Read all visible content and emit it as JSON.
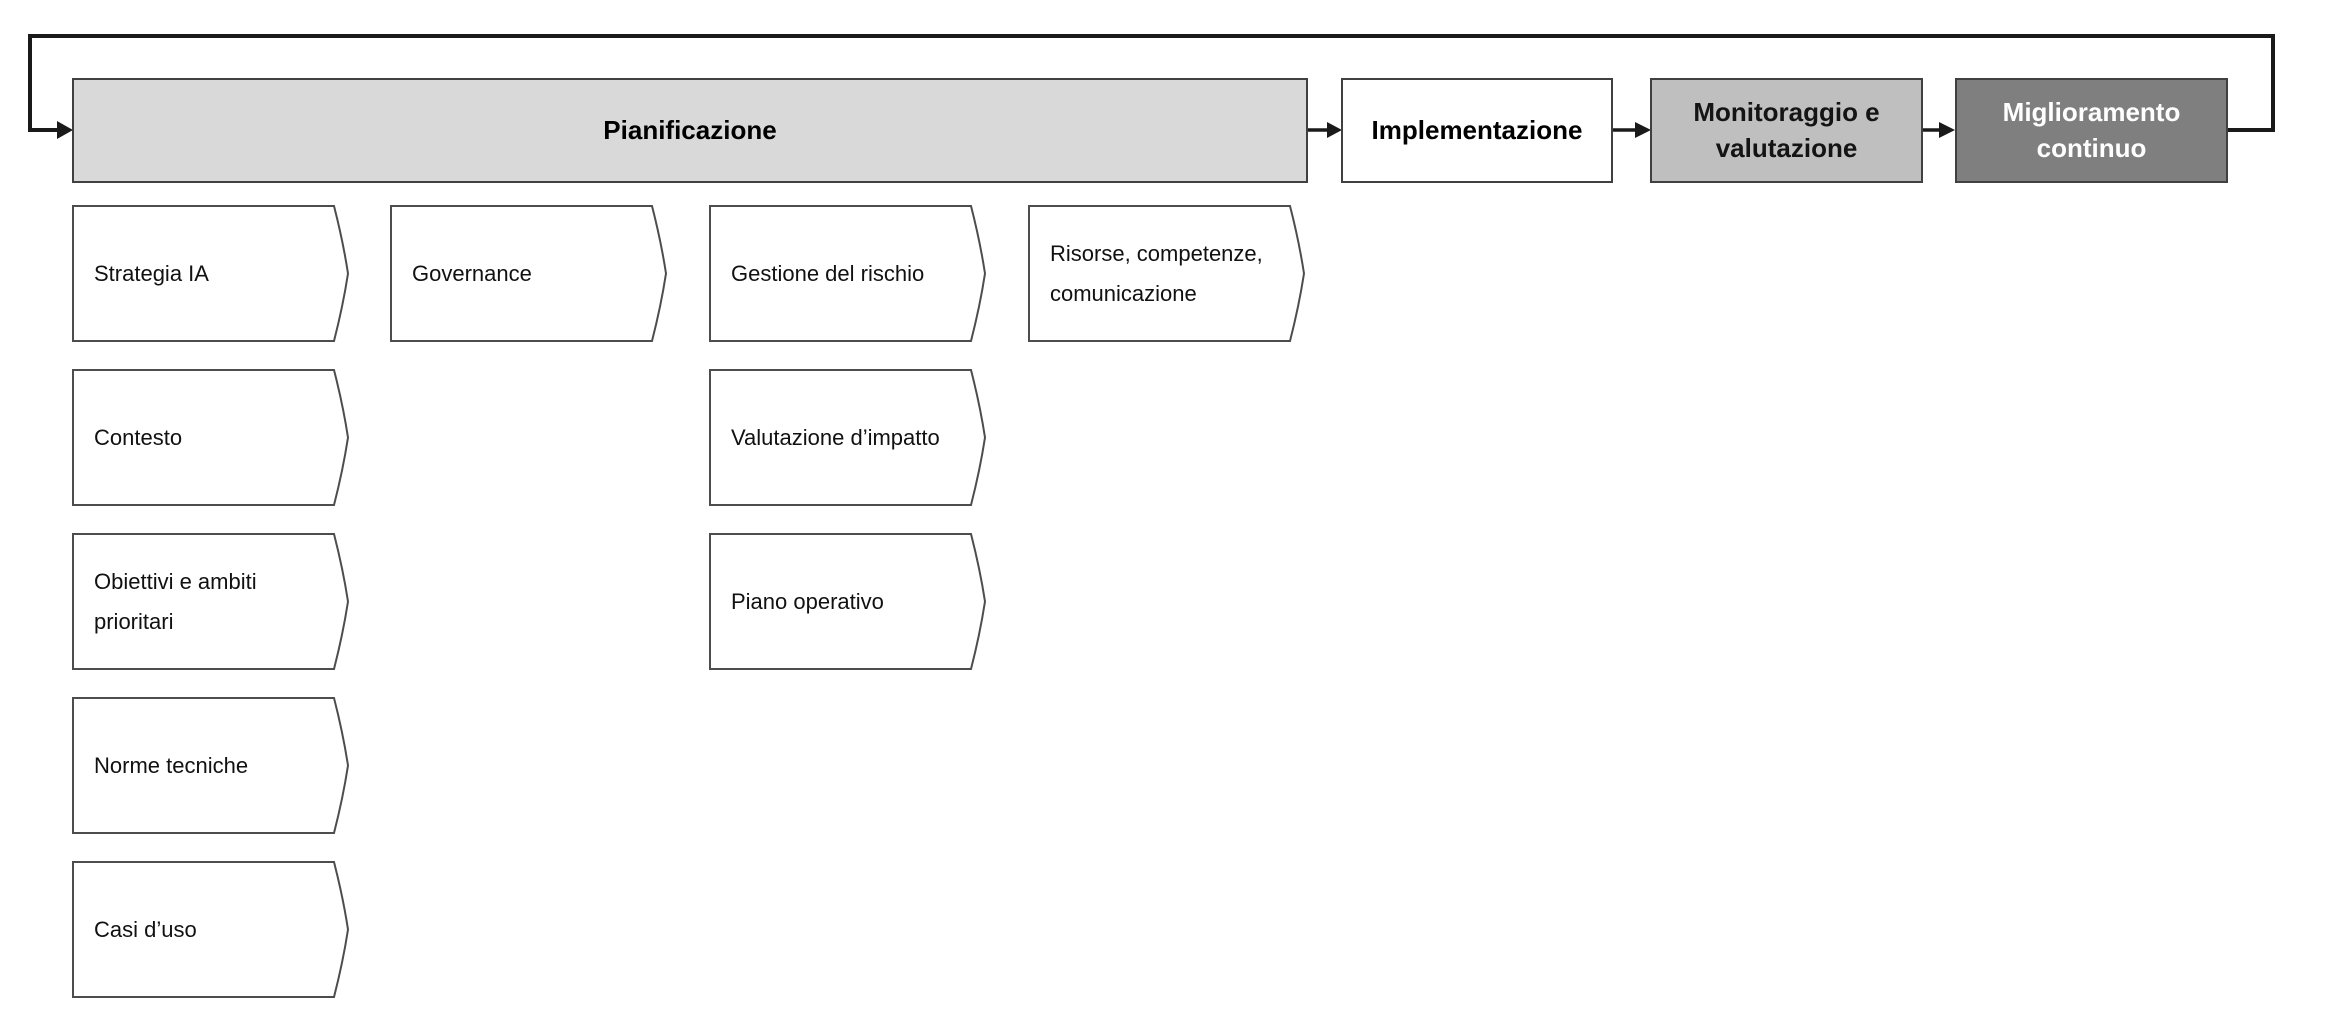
{
  "diagram": {
    "type": "flowchart",
    "language": "it",
    "phases": [
      {
        "label": "Pianificazione",
        "fill": "#d9d9d9",
        "text_color": "#000000"
      },
      {
        "label": "Implementazione",
        "fill": "#ffffff",
        "text_color": "#000000"
      },
      {
        "label": "Monitoraggio e valutazione",
        "fill": "#bfbfbf",
        "text_color": "#141414"
      },
      {
        "label": "Miglioramento continuo",
        "fill": "#7f7f7f",
        "text_color": "#ffffff"
      }
    ],
    "planning_items": [
      {
        "label": "Strategia IA"
      },
      {
        "label": "Contesto"
      },
      {
        "label": "Obiettivi e ambiti prioritari"
      },
      {
        "label": "Norme tecniche"
      },
      {
        "label": "Casi d’uso"
      },
      {
        "label": "Governance"
      },
      {
        "label": "Gestione del rischio"
      },
      {
        "label": "Valutazione d’impatto"
      },
      {
        "label": "Piano operativo"
      },
      {
        "label": "Risorse, competenze, comunicazione"
      }
    ],
    "colors": {
      "connector": "#1a1a1a",
      "phase_border": "#404040",
      "card_border": "#4d4d4d",
      "card_fill": "#ffffff",
      "background": "#ffffff"
    }
  }
}
